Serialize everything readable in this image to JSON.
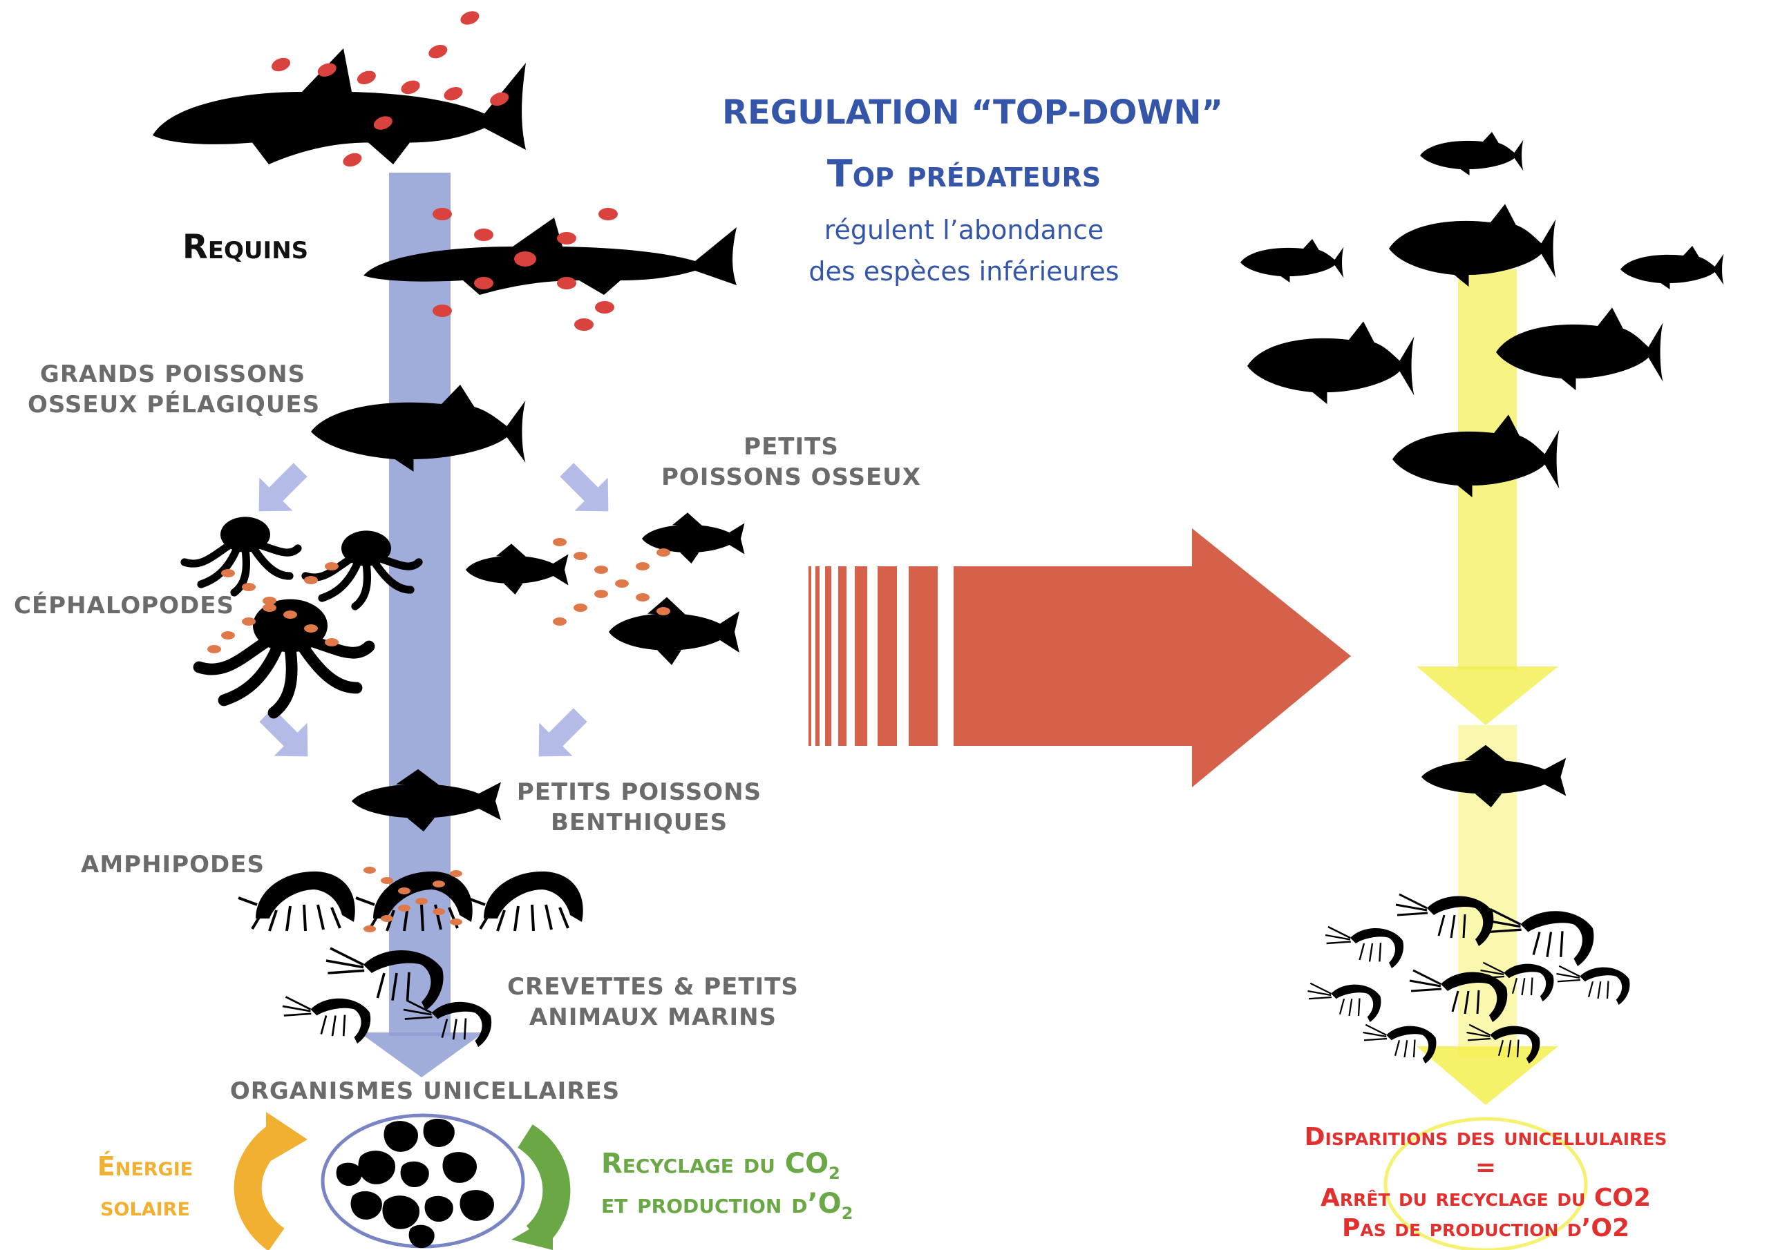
{
  "title": {
    "line1": "REGULATION “TOP-DOWN”",
    "line2": "Top prédateurs",
    "line3": "régulent l’abondance",
    "line4": "des espèces inférieures"
  },
  "labels": {
    "requins": "Requins",
    "grands1": "GRANDS POISSONS",
    "grands2": "OSSEUX PÉLAGIQUES",
    "petits_osseux1": "PETITS",
    "petits_osseux2": "POISSONS OSSEUX",
    "cephalopodes": "CÉPHALOPODES",
    "benthiques1": "PETITS POISSONS",
    "benthiques2": "BENTHIQUES",
    "amphipodes": "AMPHIPODES",
    "crevettes1": "CREVETTES & PETITS",
    "crevettes2": "ANIMAUX MARINS",
    "unicellulaires": "ORGANISMES UNICELLAIRES",
    "energie1": "Énergie",
    "energie2": "solaire",
    "recyclage1": "Recyclage du CO",
    "recyclage_sub1": "2",
    "recyclage2": "et production d’O",
    "recyclage_sub2": "2"
  },
  "result": {
    "line1": "Disparitions des unicellulaires",
    "line2": "=",
    "line3": "Arrêt du recyclage du CO2",
    "line4": "Pas de production d’O2"
  },
  "colors": {
    "blue_arrow": "#8f9ed4",
    "light_arrow": "#b3bbe6",
    "yellow_arrow": "#f3ee4d",
    "big_arrow": "#d5614b",
    "cross_red": "#d9423d",
    "cross_orange": "#e0794a",
    "title_blue": "#3556a8",
    "energy_orange": "#f2b033",
    "recycle_green": "#6aa845",
    "result_red": "#e2302f"
  }
}
